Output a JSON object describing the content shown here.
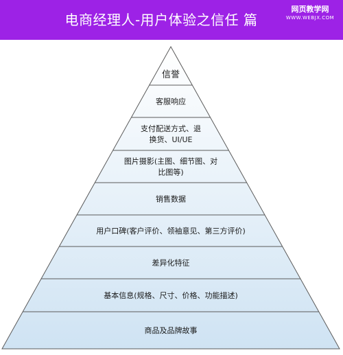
{
  "header": {
    "title": "电商经理人-用户体验之信任 篇",
    "watermark_title": "网页教学网",
    "watermark_url": "WWW.WEBJX.COM",
    "background_color": "#9d22e6"
  },
  "pyramid": {
    "fill_top": "#ffffff",
    "fill_bottom": "#cfe3f3",
    "stroke": "#5a5a5a",
    "tiers": [
      {
        "lines": [
          "信誉"
        ]
      },
      {
        "lines": [
          "客服响应"
        ]
      },
      {
        "lines": [
          "支付配送方式、退",
          "换货、UI/UE"
        ]
      },
      {
        "lines": [
          "图片摄影(主图、细节图、对",
          "比图等)"
        ]
      },
      {
        "lines": [
          "销售数据"
        ]
      },
      {
        "lines": [
          "用户口碑(客户评价、领袖意见、第三方评价)"
        ]
      },
      {
        "lines": [
          "差异化特征"
        ]
      },
      {
        "lines": [
          "基本信息(规格、尺寸、价格、功能描述)"
        ]
      },
      {
        "lines": [
          "商品及品牌故事"
        ]
      }
    ]
  }
}
